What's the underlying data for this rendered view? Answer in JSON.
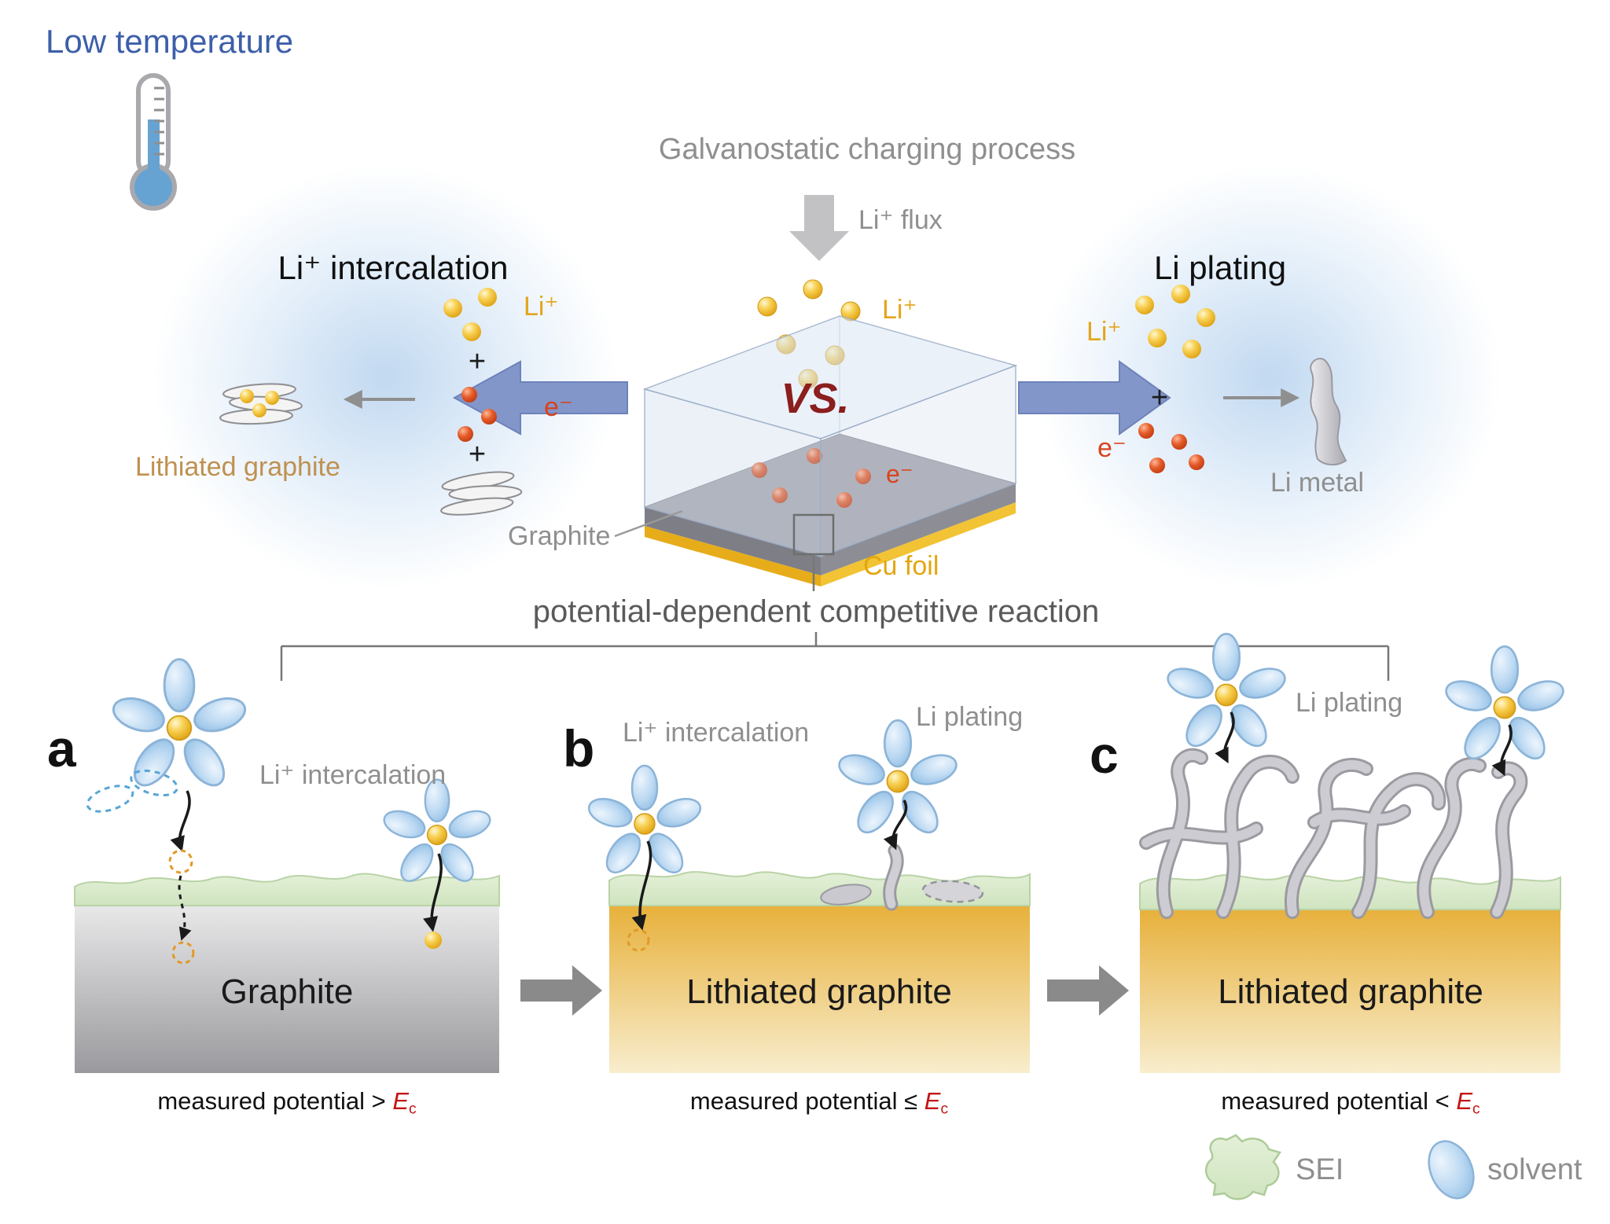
{
  "header": {
    "low_temperature": "Low temperature",
    "charging_process": "Galvanostatic charging process",
    "li_flux": "Li⁺ flux",
    "li_ion": "Li⁺"
  },
  "center": {
    "vs": "VS.",
    "electron": "e⁻",
    "graphite": "Graphite",
    "cu_foil": "Cu foil",
    "competitive_reaction": "potential-dependent competitive reaction"
  },
  "intercalation_bubble": {
    "title": "Li⁺ intercalation",
    "li_ion": "Li⁺",
    "plus_1": "+",
    "electron": "e⁻",
    "plus_2": "+",
    "product": "Lithiated graphite"
  },
  "plating_bubble": {
    "title": "Li plating",
    "li_ion": "Li⁺",
    "plus": "+",
    "electron": "e⁻",
    "product": "Li metal"
  },
  "panel_a": {
    "letter": "a",
    "process_label": "Li⁺ intercalation",
    "block_label": "Graphite",
    "caption_prefix": "measured potential > ",
    "caption_symbol": "E",
    "caption_subscript": "c"
  },
  "panel_b": {
    "letter": "b",
    "intercalation_label": "Li⁺ intercalation",
    "plating_label": "Li plating",
    "block_label": "Lithiated graphite",
    "caption_prefix": "measured potential ≤ ",
    "caption_symbol": "E",
    "caption_subscript": "c"
  },
  "panel_c": {
    "letter": "c",
    "plating_label": "Li plating",
    "block_label": "Lithiated graphite",
    "caption_prefix": "measured potential < ",
    "caption_symbol": "E",
    "caption_subscript": "c"
  },
  "legend": {
    "sei_label": "SEI",
    "solvent_label": "solvent"
  },
  "colors": {
    "low_temperature_blue": "#3d5fa8",
    "gray_text": "#8f8f8f",
    "li_gold": "#e3a51c",
    "electron_red": "#d8431e",
    "vs_dark_red": "#8b1e1e",
    "cu_foil_gold": "#e2a60f",
    "lithiated_text_tan": "#bf9150",
    "critical_potential_red": "#c41414",
    "sei_green": "#dcebcf",
    "solvent_blue": "#bcd9f2",
    "arrow_blue": "#8396ca"
  }
}
